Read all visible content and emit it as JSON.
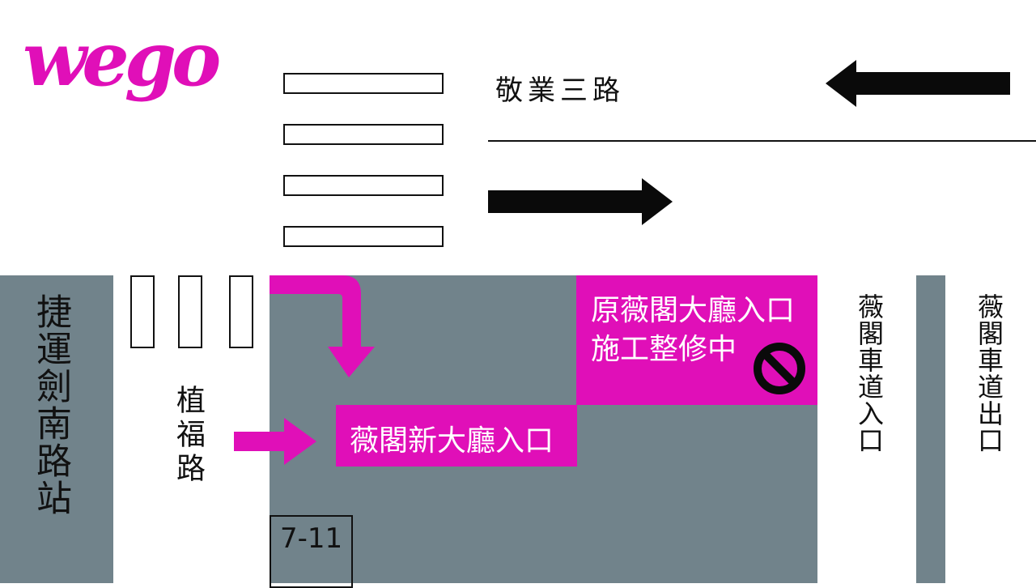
{
  "logo": {
    "text": "wego",
    "color": "#e00fb8"
  },
  "roads": {
    "top_road": "敬業三路",
    "side_street": "植福路",
    "station": "捷運劍南路站",
    "driveway_entry": "薇閣車道入口",
    "driveway_exit": "薇閣車道出口"
  },
  "entrances": {
    "old_line1": "原薇閣大廳入口",
    "old_line2": "施工整修中",
    "new": "薇閣新大廳入口",
    "no_entry_icon": "no-entry-icon"
  },
  "shop": {
    "label": "7-11"
  },
  "colors": {
    "accent": "#e00fb8",
    "block": "#71838b",
    "arrow": "#0a0a0a"
  }
}
